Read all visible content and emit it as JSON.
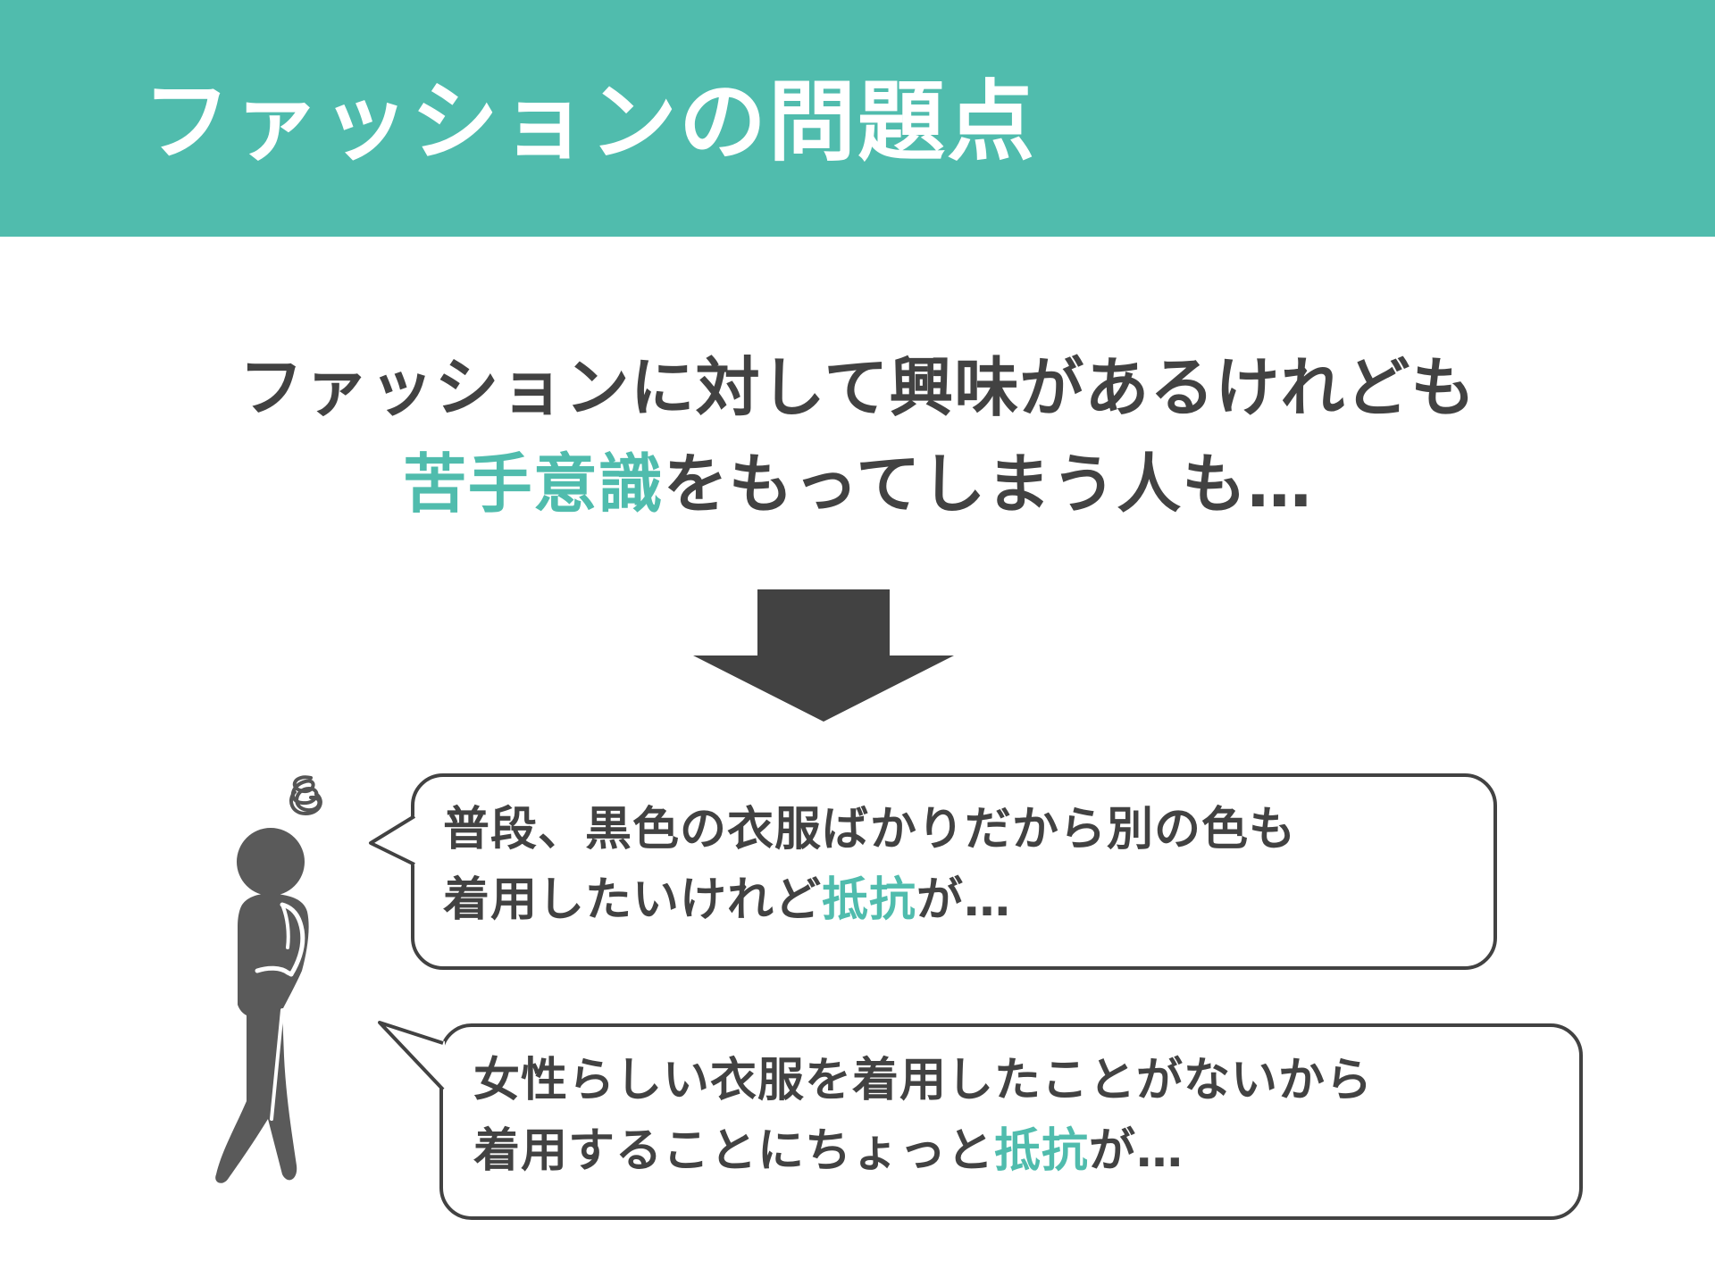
{
  "header": {
    "title": "ファッションの問題点",
    "background": "#50bcad"
  },
  "lead": {
    "line1": "ファッションに対して興味があるけれども",
    "line2_accent": "苦手意識",
    "line2_rest": "をもってしまう人も…"
  },
  "bubbles": [
    {
      "line1": "普段、黒色の衣服ばかりだから別の色も",
      "line2_pre": "着用したいけれど",
      "line2_accent": "抵抗",
      "line2_post": "が…"
    },
    {
      "line1": "女性らしい衣服を着用したことがないから",
      "line2_pre": "着用することにちょっと",
      "line2_accent": "抵抗",
      "line2_post": "が…"
    }
  ],
  "icons": {
    "arrow": "down-arrow-icon",
    "person": "worried-person-icon",
    "confusion": "scribble-thought-icon"
  },
  "colors": {
    "accent": "#50bcad",
    "text": "#424242",
    "white": "#ffffff"
  }
}
